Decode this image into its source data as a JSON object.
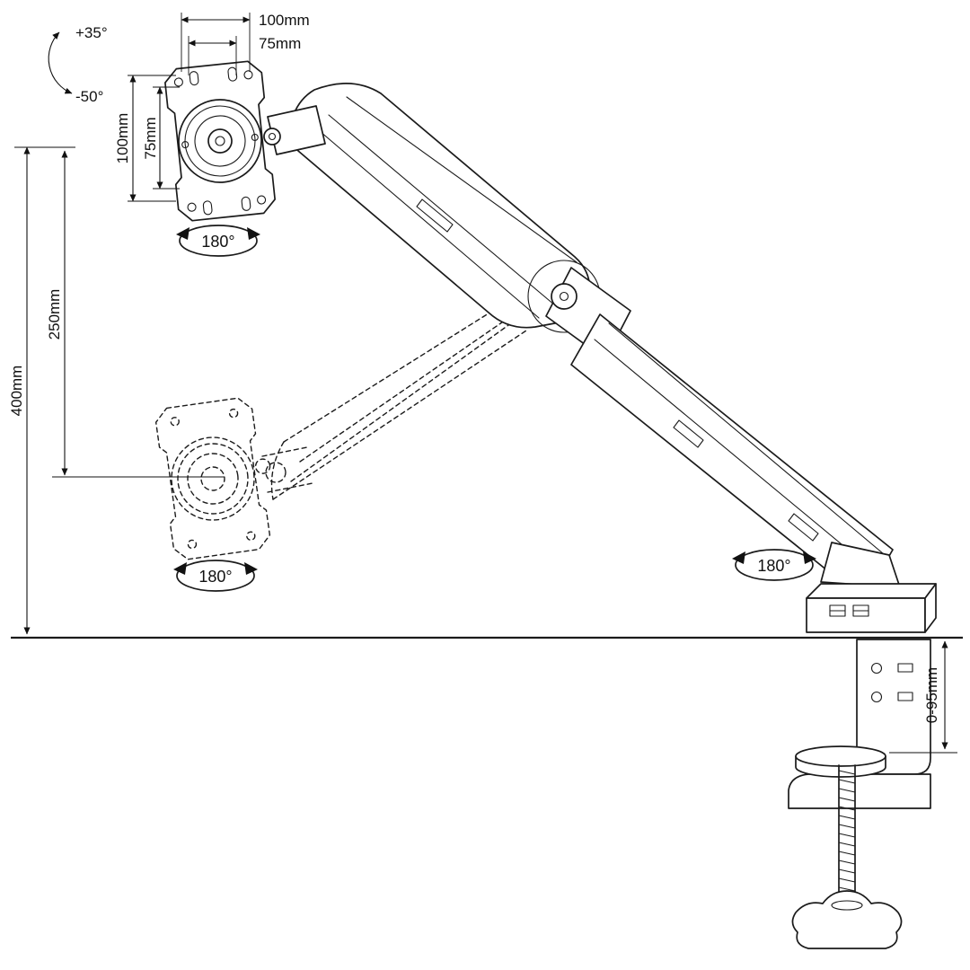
{
  "diagram": {
    "subject": "gas-spring desk mount monitor arm dimensional drawing",
    "colors": {
      "line": "#1b1b1b",
      "dimension": "#111111",
      "background": "#ffffff"
    },
    "labels": {
      "tilt_up": "+35°",
      "tilt_down": "-50°",
      "plate_width_outer": "100mm",
      "plate_width_inner": "75mm",
      "plate_height_outer": "100mm",
      "plate_height_inner": "75mm",
      "swivel_top": "180°",
      "swivel_bottom": "180°",
      "swivel_base": "180°",
      "height_max": "400mm",
      "height_range": "250mm",
      "clamp_range": "0-95mm"
    }
  }
}
